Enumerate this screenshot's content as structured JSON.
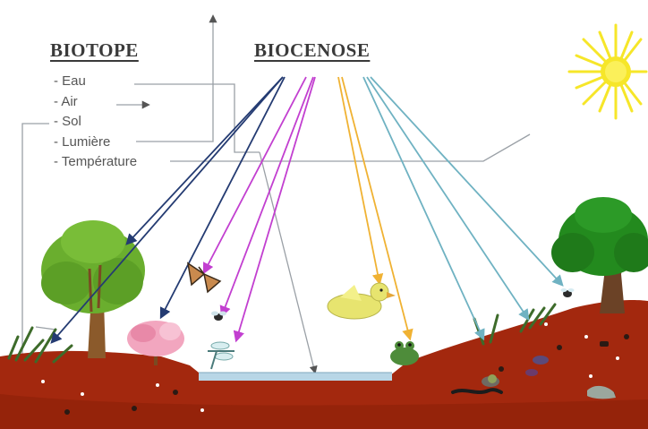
{
  "biotope": {
    "title": "BIOTOPE",
    "items": [
      "- Eau",
      "- Air",
      "- Sol",
      "- Lumière",
      "- Température"
    ]
  },
  "biocenose": {
    "title": "BIOCENOSE"
  },
  "colors": {
    "soil": "#a3280e",
    "soil_dark": "#8a1f08",
    "water": "#b8d6e6",
    "sun": "#f6e629",
    "tree_foliage": "#6aae2e",
    "oak_foliage": "#238a1e",
    "trunk": "#8b5a2b",
    "arrow_navy": "#243b72",
    "arrow_magenta": "#c23fd0",
    "arrow_yellow": "#f0b233",
    "arrow_teal": "#6fb2c2",
    "connector_gray": "#9aa0a6",
    "grass": "#3d6b2a",
    "blossom": "#f2a6bf"
  }
}
